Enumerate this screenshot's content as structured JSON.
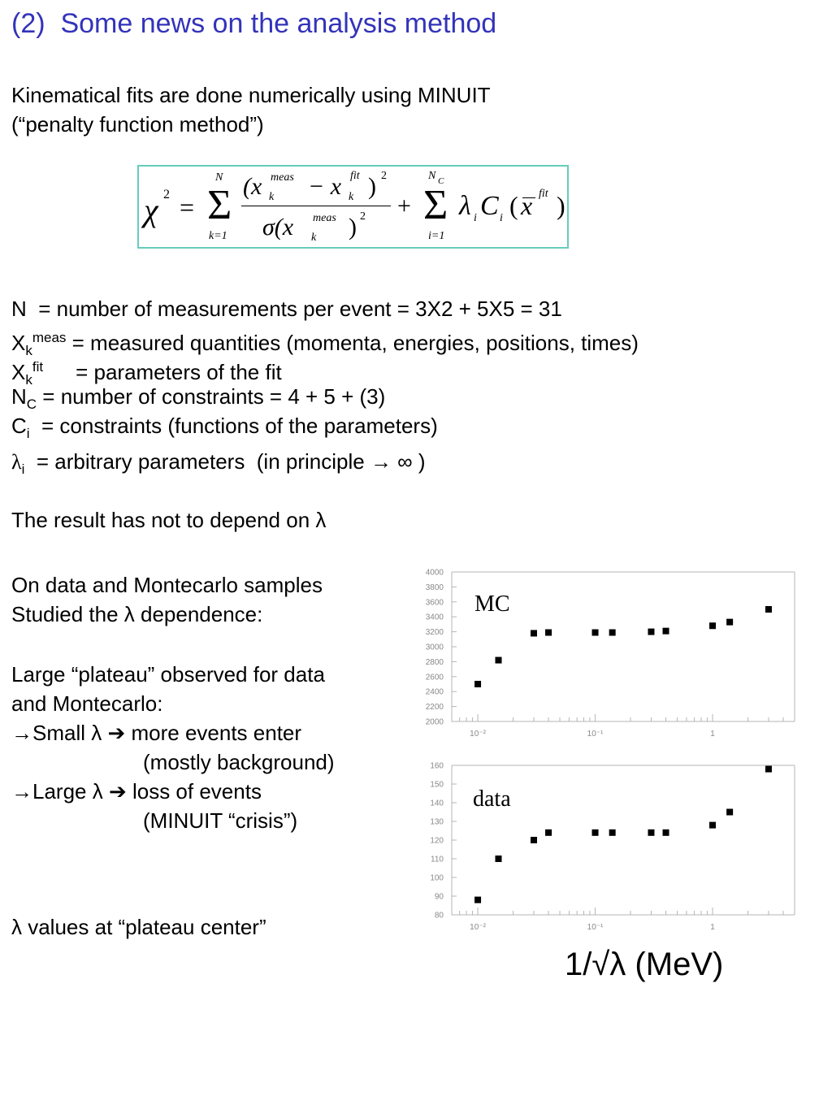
{
  "title": "(2)  Some news on the analysis method",
  "intro": {
    "line1": "Kinematical fits are done numerically using MINUIT",
    "line2": "(“penalty function method”)"
  },
  "formula": {
    "chi": "χ",
    "chi_exp": "2",
    "equals": "=",
    "sum1_top": "N",
    "sum1_bottom": "k=1",
    "num_open": "(x",
    "num_meas_sup": "meas",
    "num_k1": "k",
    "num_minus": "− x",
    "num_fit_sup": "fit",
    "num_k2": "k",
    "num_close": ")",
    "num_sq": "2",
    "den": "σ(x",
    "den_meas_sup": "meas",
    "den_k": "k",
    "den_close": ")",
    "den_sq": "2",
    "plus": "+",
    "sum2_top": "N",
    "sum2_top_sub": "C",
    "sum2_bottom": "i=1",
    "lambda": "λ",
    "lambda_sub": "i",
    "c": "C",
    "c_sub": "i",
    "arg_open": "(",
    "xbar": "x",
    "xbar_sup": "fit",
    "arg_close": ")",
    "sigma_glyph": "Σ"
  },
  "definitions": {
    "n": {
      "sym": "N",
      "text": "  = number of measurements per event = 3X2 + 5X5 = 31"
    },
    "xmeas": {
      "sym": "X",
      "sub": "k",
      "sup": "meas",
      "text": " = measured quantities (momenta, energies, positions, times)"
    },
    "xfit": {
      "sym": "X",
      "sub": "k",
      "sup": "fit",
      "text": "= parameters of the fit"
    },
    "nc": {
      "sym": "N",
      "sub": "C",
      "text": " = number of constraints = 4 + 5 + (3)"
    },
    "ci": {
      "sym": "C",
      "sub": "i",
      "text": "  = constraints (functions of the parameters)"
    },
    "lambda": {
      "sym": "λ",
      "sub": "i",
      "text": "  = arbitrary parameters  (in principle ",
      "arrow": "→",
      "inf": " ∞ )"
    }
  },
  "result_line": "The result has not to depend on λ",
  "left_column": {
    "l1": "On data and Montecarlo samples",
    "l2": "Studied the λ dependence:",
    "l3": "Large “plateau” observed for data",
    "l4": "and Montecarlo:",
    "l5_arrow": "→",
    "l5_text": "Small λ ",
    "l5_arrow2": "➔",
    "l5_rest": " more events enter",
    "l6": "(mostly background)",
    "l7_arrow": "→",
    "l7_text": "Large λ ",
    "l7_arrow2": "➔",
    "l7_rest": " loss of events",
    "l8": "(MINUIT “crisis”)",
    "footer": "λ values at “plateau center”"
  },
  "chart_data": [
    {
      "type": "scatter",
      "label": "MC",
      "x_scale": "log",
      "xlim": [
        0.006,
        5
      ],
      "ylim": [
        2000,
        4000
      ],
      "y_ticks": [
        2000,
        2200,
        2400,
        2600,
        2800,
        3000,
        3200,
        3400,
        3600,
        3800,
        4000
      ],
      "x_tick_labels": [
        "10⁻²",
        "10⁻¹",
        "1"
      ],
      "x_tick_values": [
        0.01,
        0.1,
        1
      ],
      "x": [
        0.01,
        0.015,
        0.03,
        0.04,
        0.1,
        0.14,
        0.3,
        0.4,
        1.0,
        1.4,
        3.0
      ],
      "y": [
        2500,
        2820,
        3180,
        3190,
        3190,
        3190,
        3200,
        3210,
        3280,
        3330,
        3500
      ],
      "marker_color": "#000000"
    },
    {
      "type": "scatter",
      "label": "data",
      "x_scale": "log",
      "xlim": [
        0.006,
        5
      ],
      "ylim": [
        80,
        160
      ],
      "y_ticks": [
        80,
        90,
        100,
        110,
        120,
        130,
        140,
        150,
        160
      ],
      "x_tick_labels": [
        "10⁻²",
        "10⁻¹",
        "1"
      ],
      "x_tick_values": [
        0.01,
        0.1,
        1
      ],
      "x": [
        0.01,
        0.015,
        0.03,
        0.04,
        0.1,
        0.14,
        0.3,
        0.4,
        1.0,
        1.4,
        3.0
      ],
      "y": [
        88,
        110,
        120,
        124,
        124,
        124,
        124,
        124,
        128,
        135,
        158
      ],
      "marker_color": "#000000"
    }
  ],
  "xaxis_title": "1/√λ (MeV)",
  "colors": {
    "title": "#3333bb",
    "formula_border": "#66ccbb",
    "axis": "#b5b5b5"
  }
}
